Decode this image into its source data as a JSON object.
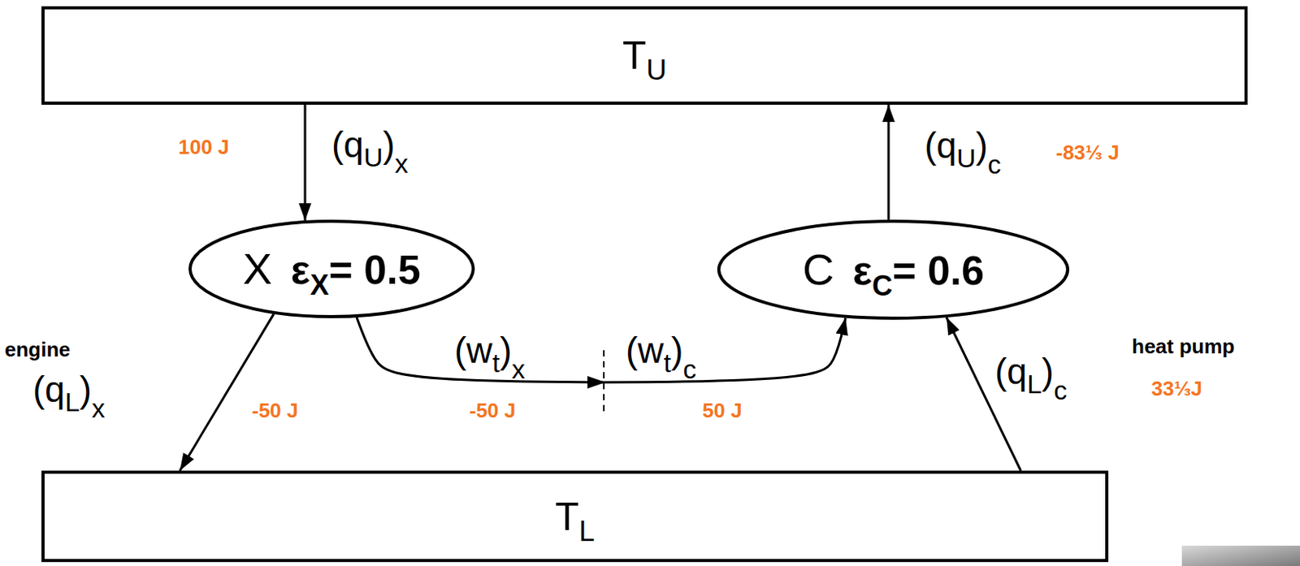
{
  "diagram": {
    "nodes": [
      {
        "text": [
          "T",
          "U"
        ]
      },
      {
        "text": [
          "X",
          "ε",
          "X",
          "= 0.5"
        ]
      },
      {
        "text": [
          "C",
          "ε",
          "C",
          "= 0.6"
        ]
      },
      {
        "text": [
          "T",
          "L"
        ]
      }
    ],
    "edges": [
      {
        "from": 0,
        "to": 1,
        "arrow": "to"
      },
      {
        "from": 2,
        "to": 0,
        "arrow": "to"
      },
      {
        "from": 1,
        "to": 3,
        "arrow": "to"
      },
      {
        "from": 3,
        "to": 2,
        "arrow": "to"
      },
      {
        "from": 1,
        "to": 2,
        "arrow": "to"
      }
    ],
    "labels": [
      "100 J",
      "(q",
      "U",
      ")",
      "x",
      "(q",
      "U",
      ")",
      "c",
      "-83⅓ J",
      "engine",
      "(w",
      "t",
      ")",
      "x",
      "(w",
      "t",
      ")",
      "c",
      "heat pump",
      "33⅓J",
      "(q",
      "L",
      ")",
      "x",
      "-50 J",
      "-50 J",
      "50 J",
      "(q",
      "L",
      ")",
      "c"
    ]
  }
}
